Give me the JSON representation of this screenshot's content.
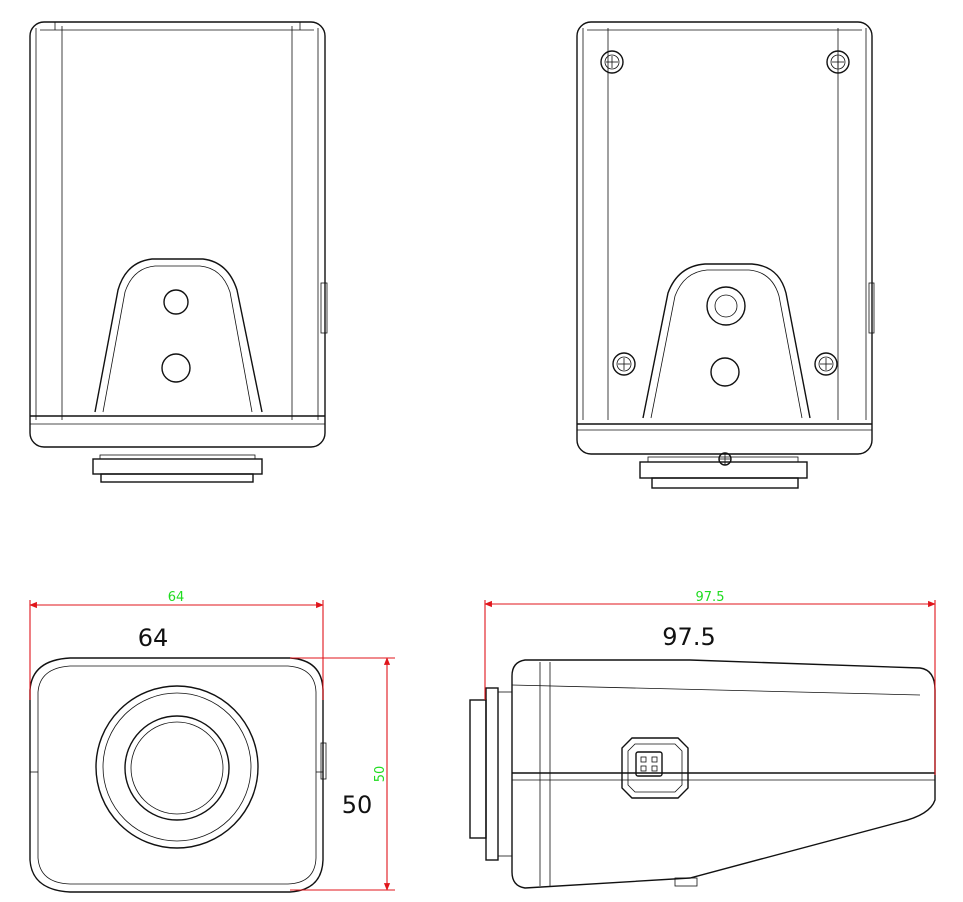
{
  "dimensions": {
    "width": {
      "value": "64",
      "label": "64"
    },
    "height": {
      "value": "50",
      "label": "50"
    },
    "length": {
      "value": "97.5",
      "label": "97.5"
    }
  },
  "colors": {
    "outline": "#111111",
    "dimension_line": "#e0151b",
    "dimension_text": "#1fdc1f"
  }
}
